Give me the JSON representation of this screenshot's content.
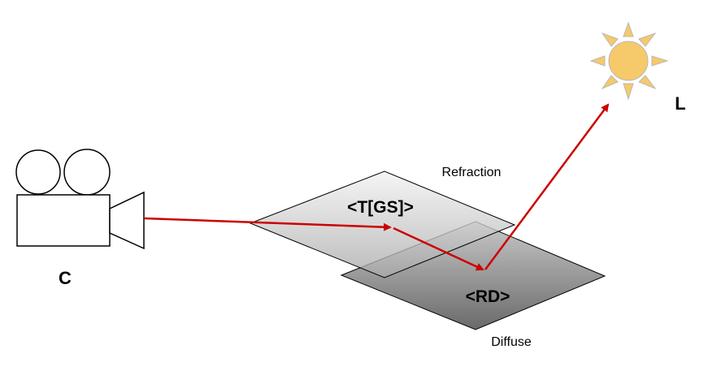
{
  "diagram": {
    "labels": {
      "camera": "C",
      "light": "L",
      "refraction": "Refraction",
      "diffuse": "Diffuse",
      "top_tag": "<T[GS]>",
      "bottom_tag": "<RD>"
    },
    "colors": {
      "ray": "#cc0000",
      "sun_fill": "#f6c96a",
      "sun_stroke": "#b8b8b8",
      "outline": "#000000"
    },
    "icons": {
      "camera": "movie-camera-icon",
      "light": "sun-icon"
    }
  }
}
